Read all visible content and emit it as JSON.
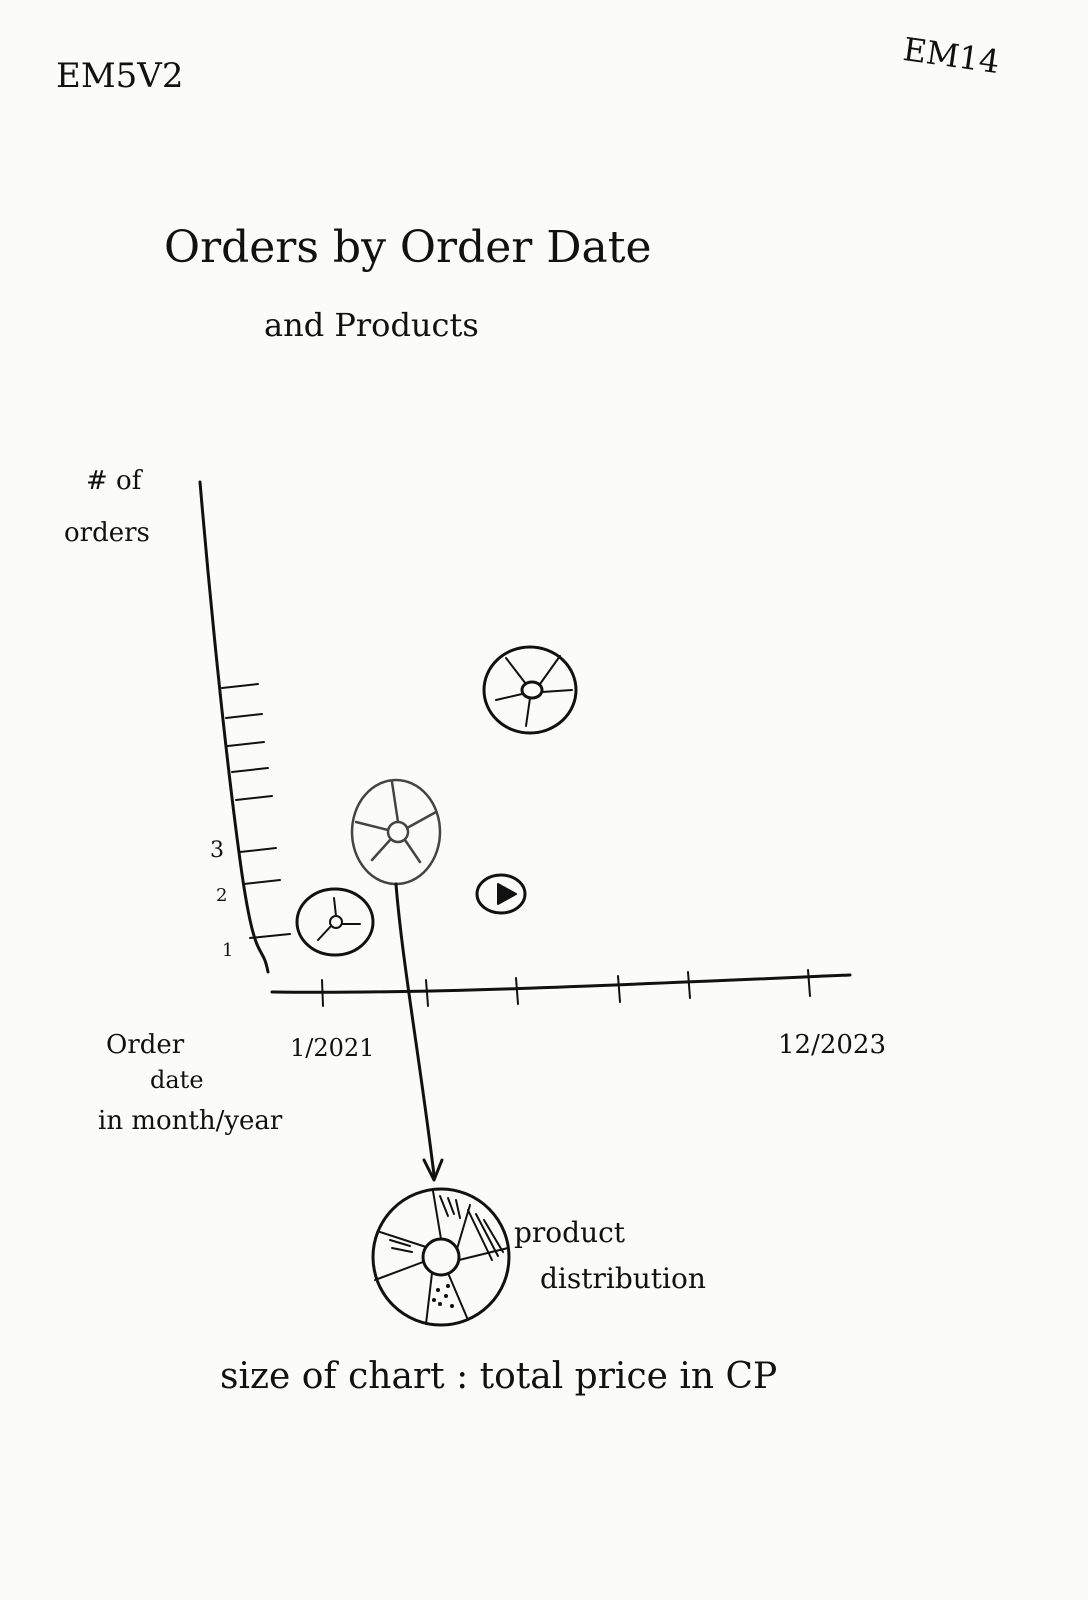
{
  "corner_left": "EM5V2",
  "corner_right": "EM14",
  "title_line1": "Orders by Order Date",
  "title_line2": "and Products",
  "y_axis_label_line1": "# of",
  "y_axis_label_line2": "orders",
  "y_ticks": [
    "1",
    "2",
    "3"
  ],
  "x_axis_label_line1": "Order",
  "x_axis_label_line2": "date",
  "x_axis_label_line3": "in month/year",
  "x_tick_start": "1/2021",
  "x_tick_end": "12/2023",
  "legend_label_line1": "product",
  "legend_label_line2": "distribution",
  "size_note": "size of chart : total price in CP",
  "colors": {
    "ink": "#111111",
    "paper": "#fbfbfa"
  }
}
